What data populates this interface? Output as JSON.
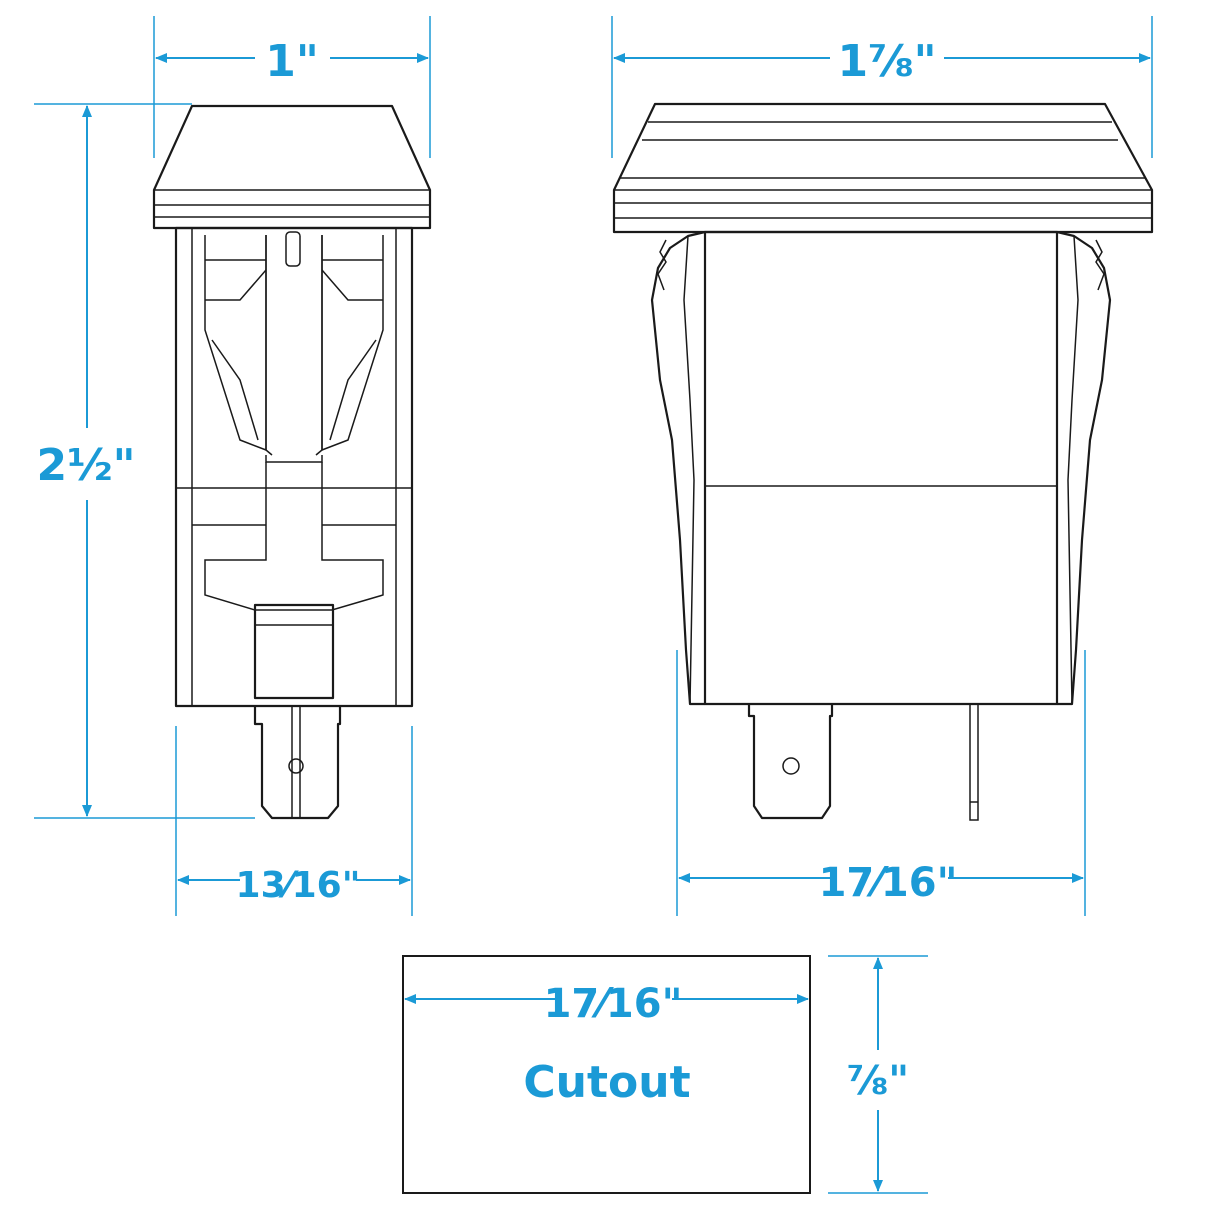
{
  "dimensions": {
    "side_top_width": "1\"",
    "front_top_width": "1⅞\"",
    "overall_height": "2½\"",
    "side_body_width": "13⁄16\"",
    "front_body_width": "17⁄16\"",
    "cutout_width": "17⁄16\"",
    "cutout_height": "⅞\""
  },
  "cutout": {
    "label": "Cutout"
  },
  "colors": {
    "dimension": "#1b9ad6",
    "outline": "#1a1a1a"
  }
}
